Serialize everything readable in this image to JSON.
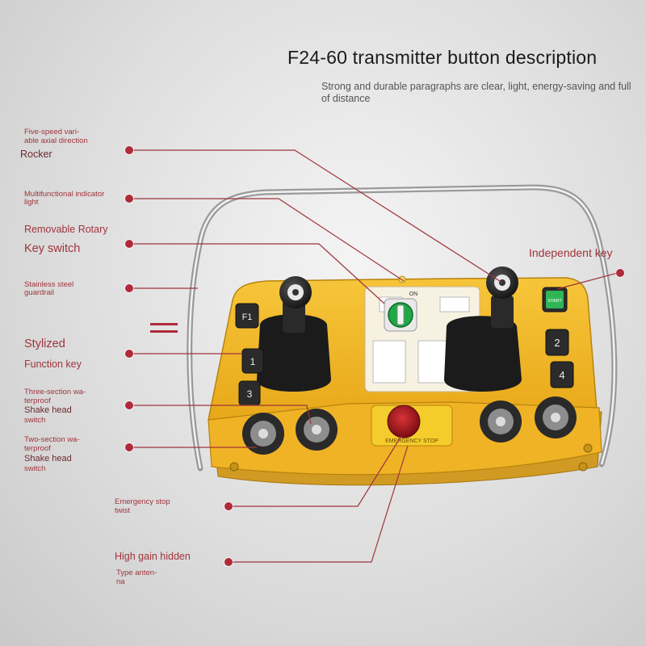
{
  "header": {
    "title": "F24-60 transmitter button description",
    "subtitle": "Strong and durable paragraphs are clear, light, energy-saving and full of distance"
  },
  "labels": {
    "rocker_line1": "Five-speed vari-",
    "rocker_line2": "able axial direction",
    "rocker_line3": "Rocker",
    "indicator_line1": "Multifunctional indicator",
    "indicator_line2": "light",
    "rotary_line1": "Removable Rotary",
    "rotary_line2": "Key switch",
    "guardrail_line1": "Stainless steel",
    "guardrail_line2": "guardrail",
    "stylized_line1": "Stylized",
    "stylized_line2": "Function key",
    "three_line1": "Three-section wa-",
    "three_line2": "terproof",
    "three_line3": "Shake head",
    "three_line4": "switch",
    "two_line1": "Two-section wa-",
    "two_line2": "terproof",
    "two_line3": "Shake head",
    "two_line4": "switch",
    "emergency_line1": "Emergency stop",
    "emergency_line2": "twist",
    "antenna_line1": "High gain hidden",
    "antenna_line2": "Type anten-",
    "antenna_line3": "na",
    "independent": "Independent key"
  },
  "device": {
    "f1": "F1",
    "key1": "1",
    "key2": "2",
    "key3": "3",
    "key4": "4",
    "start": "START",
    "on": "ON",
    "emergency": "EMERGENCY STOP"
  },
  "colors": {
    "accent": "#b02a3a",
    "device_body": "#f2b61f",
    "emergency": "#b01620",
    "rotary": "#1fa845"
  }
}
